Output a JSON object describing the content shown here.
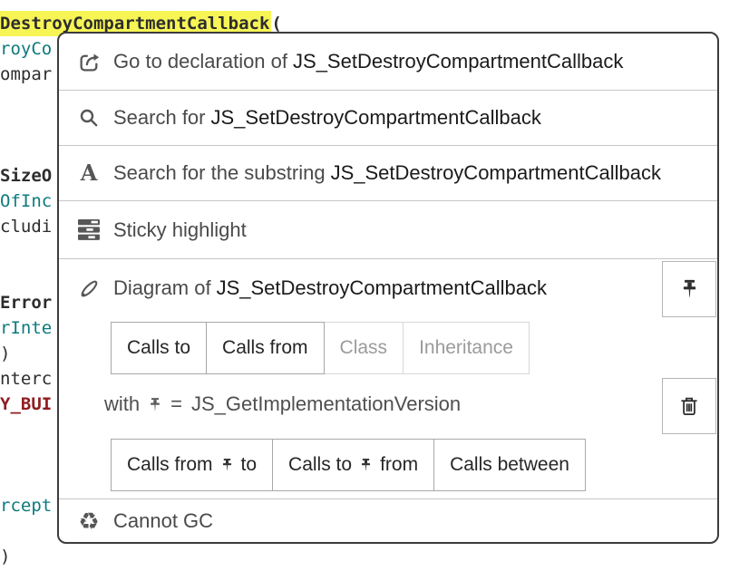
{
  "colors": {
    "highlight_yellow": "#f7f556",
    "teal": "#0d7a7e",
    "dark_red": "#8f1d21",
    "code_text": "#2d2d2d",
    "menu_text": "#4a4a4a",
    "symbol_text": "#1b1b1b"
  },
  "code": {
    "highlight_line": {
      "text": "DestroyCompartmentCallback",
      "paren": "("
    },
    "fragments": [
      {
        "text": "royCo",
        "color": "#0d7a7e"
      },
      {
        "text": "ompar",
        "color": "#2d2d2d"
      },
      {
        "text": "SizeO",
        "color": "#2d2d2d"
      },
      {
        "text": "OfInc",
        "color": "#0d7a7e"
      },
      {
        "text": "cludi",
        "color": "#2d2d2d"
      },
      {
        "text": "Error",
        "color": "#2d2d2d"
      },
      {
        "text": "rInte",
        "color": "#0d7a7e"
      },
      {
        "text": ")",
        "color": "#2d2d2d"
      },
      {
        "text": "nterc",
        "color": "#2d2d2d"
      },
      {
        "text": "Y_BUI",
        "color": "#8f1d21"
      },
      {
        "text": "rcept",
        "color": "#0d7a7e"
      },
      {
        "text": ")",
        "color": "#2d2d2d"
      }
    ]
  },
  "menu": {
    "items": [
      {
        "prefix": "Go to declaration of",
        "symbol": "JS_SetDestroyCompartmentCallback"
      },
      {
        "prefix": "Search for",
        "symbol": "JS_SetDestroyCompartmentCallback"
      },
      {
        "prefix": "Search for the substring",
        "symbol": "JS_SetDestroyCompartmentCallback"
      },
      {
        "label": "Sticky highlight"
      }
    ],
    "diagram": {
      "prefix": "Diagram of",
      "symbol": "JS_SetDestroyCompartmentCallback",
      "row1_buttons": [
        {
          "label": "Calls to",
          "enabled": true
        },
        {
          "label": "Calls from",
          "enabled": true
        },
        {
          "label": "Class",
          "enabled": false
        },
        {
          "label": "Inheritance",
          "enabled": false
        }
      ],
      "with_prefix": "with",
      "equals": "=",
      "pinned_symbol": "JS_GetImplementationVersion",
      "row2_buttons": [
        {
          "before": "Calls from",
          "after": "to",
          "has_pin": true
        },
        {
          "before": "Calls to",
          "after": "from",
          "has_pin": true
        },
        {
          "before": "Calls between",
          "after": "",
          "has_pin": false
        }
      ]
    },
    "footer": {
      "label": "Cannot GC"
    }
  }
}
